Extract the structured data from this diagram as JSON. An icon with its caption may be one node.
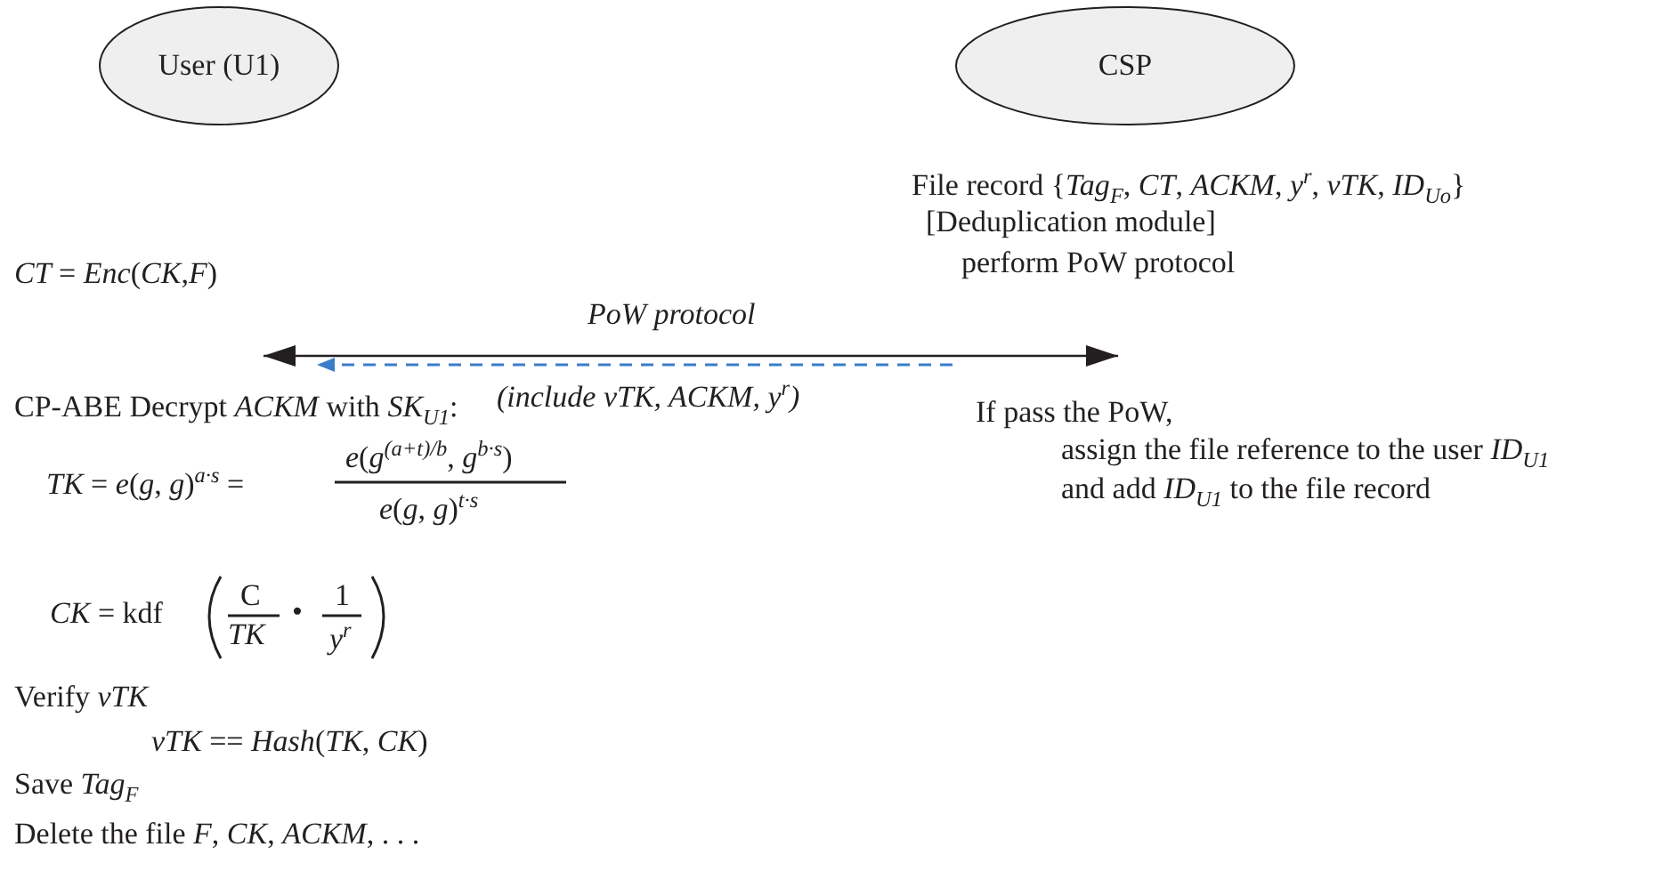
{
  "diagram": {
    "nodes": [
      {
        "text": [
          "User (U1)"
        ]
      },
      {
        "text": [
          "CSP"
        ]
      }
    ],
    "labels": [
      "File record {*Tag*$_{F}$, *CT*, *ACKM*, *y*$^{r}$, *vTK*, *ID*$_{Uo}$}",
      "[Deduplication module]",
      "perform PoW protocol",
      "*CT* = *Enc*(*CK*,*F*)",
      "PoW protocol",
      "(include vTK, ACKM, y$^{r}$)",
      "CP-ABE Decrypt *ACKM* with *SK*$_{U1}$:",
      "If pass the PoW,",
      "assign the file reference to the user *ID*$_{U1}$",
      "and add *ID*$_{U1}$ to the file record",
      "*TK* = *e*(*g*, *g*)$^{a·s}$ =",
      "*e*(*g*$^{(a+t)/b}$, *g*$^{b·s}$)",
      "*e*(*g*, *g*)$^{t·s}$",
      "*CK* = kdf",
      "C",
      "*TK*",
      "•",
      "1",
      "*y*$^{r}$",
      "Verify *vTK*",
      "*vTK* == *Hash*(*TK*, *CK*)",
      "Save *Tag*$_{F}$",
      "Delete the file *F*, *CK*, *ACKM*, . . ."
    ]
  }
}
